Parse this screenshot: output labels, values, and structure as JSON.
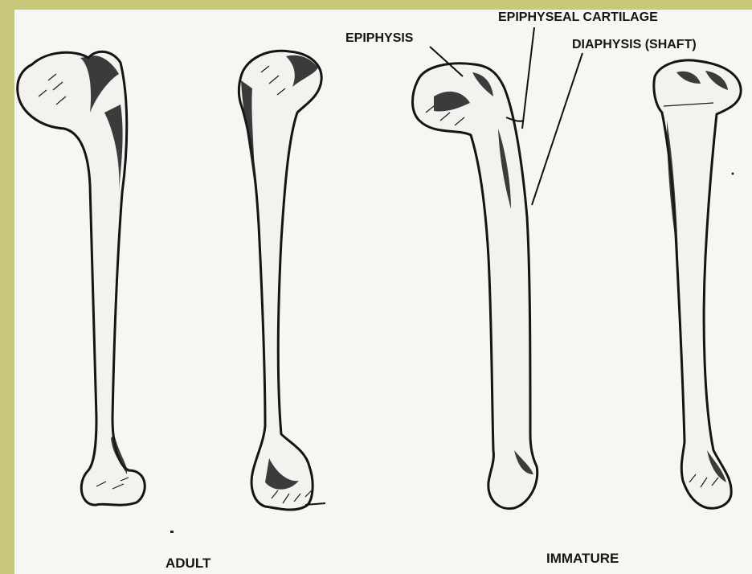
{
  "labels": {
    "epiphysis": "EPIPHYSIS",
    "epiphyseal_cartilage": "EPIPHYSEAL CARTILAGE",
    "diaphysis": "DIAPHYSIS (SHAFT)",
    "adult": "ADULT",
    "immature": "IMMATURE"
  },
  "colors": {
    "border": "#c8c77a",
    "background": "#f6f6f3",
    "ink": "#161616"
  }
}
